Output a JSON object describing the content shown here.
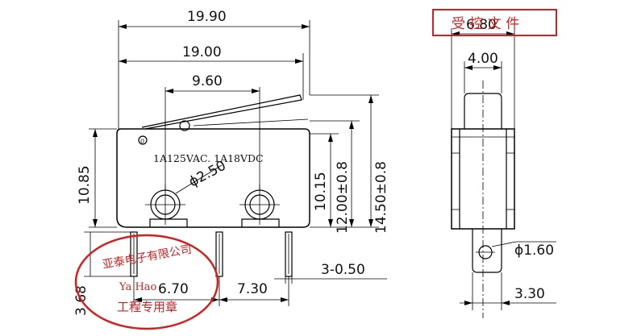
{
  "drawing": {
    "front_view": {
      "dims": {
        "overall_lever": "19.90",
        "body_length": "19.00",
        "pin_spacing": "9.60",
        "height_total": "10.85",
        "height_body": "10.15",
        "height_lever_low": "12.00±0.8",
        "height_lever_high": "14.50±0.8",
        "hole_dia": "ϕ2.50",
        "term_left": "6.70",
        "term_mid": "7.30",
        "term_thick": "3-0.50",
        "term_length": "3.68"
      },
      "rating": "1A125VAC.  1A18VDC"
    },
    "side_view": {
      "dims": {
        "width_body": "6.80",
        "width_plunger": "4.00",
        "hole": "ϕ1.60",
        "term_width": "3.30"
      }
    },
    "stamp_box": {
      "text": "受 控 文 件"
    },
    "company_seal": {
      "top": "亚泰电子有限公司",
      "middle": "Ya  Hao",
      "bottom": "工程专用章"
    }
  }
}
